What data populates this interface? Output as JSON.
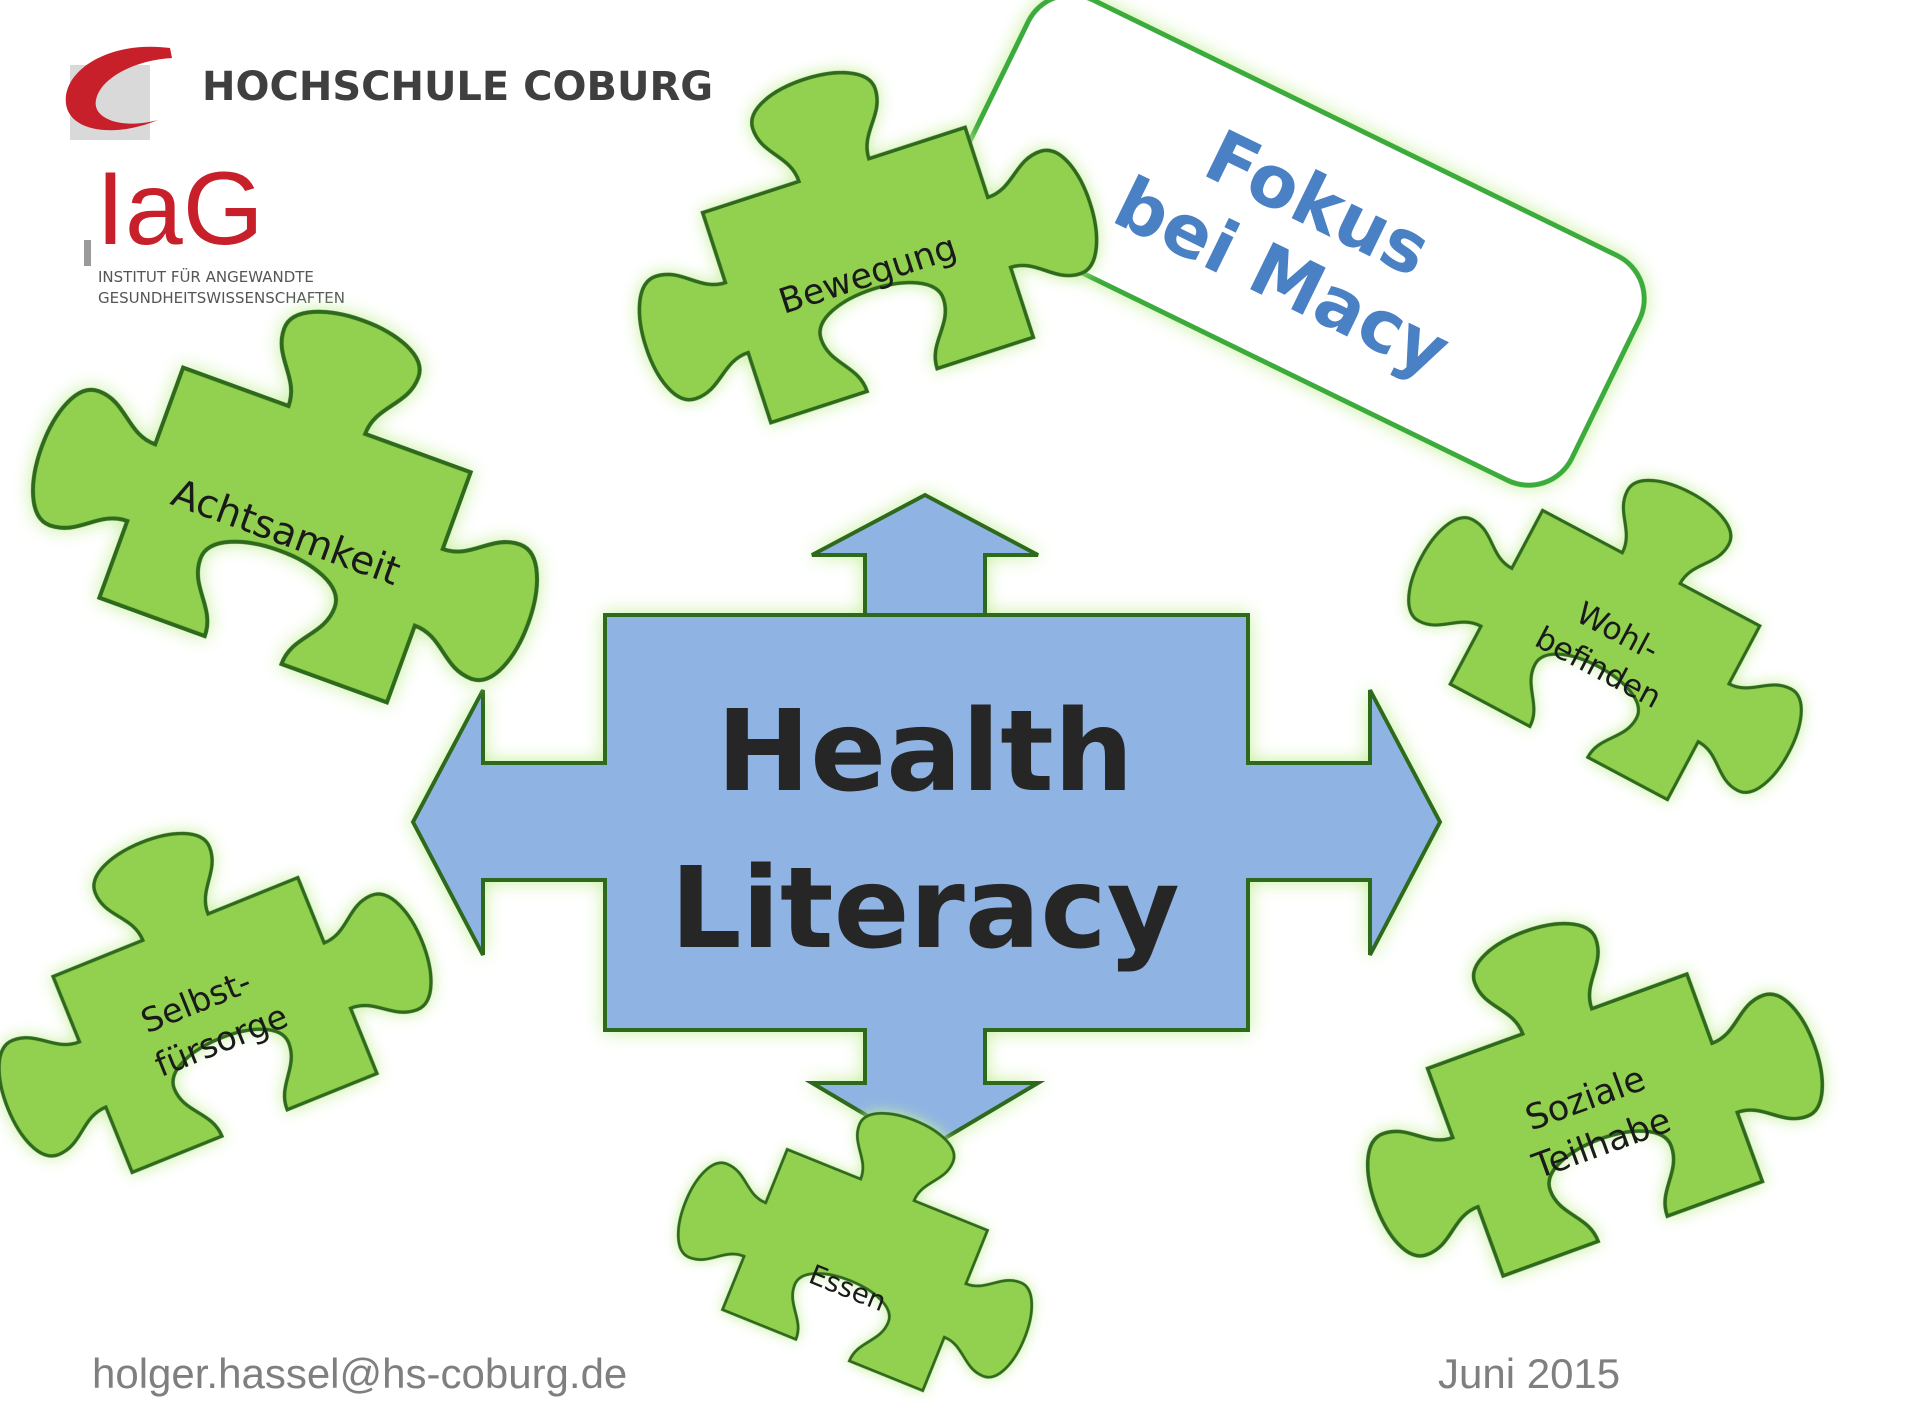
{
  "logo": {
    "university": "HOCHSCHULE COBURG",
    "institute_short": "IaG",
    "institute_line1": "INSTITUT FÜR ANGEWANDTE",
    "institute_line2": "GESUNDHEITSWISSENSCHAFTEN"
  },
  "center": {
    "line1": "Health",
    "line2": "Literacy",
    "fill": "#8fb4e3",
    "stroke": "#2f6a1f"
  },
  "focus": {
    "line1": "Fokus",
    "line2": "bei Macy",
    "border": "#3aab3a",
    "text_color": "#4a80c4"
  },
  "pieces": {
    "bewegung": "Bewegung",
    "achtsamkeit": "Achtsamkeit",
    "wohl1": "Wohl-",
    "wohl2": "befinden",
    "selbst1": "Selbst-",
    "selbst2": "fürsorge",
    "essen": "Essen",
    "soziale1": "Soziale",
    "soziale2": "Teilhabe",
    "fill": "#92d050",
    "stroke": "#2f6a1f"
  },
  "footer": {
    "email": "holger.hassel@hs-coburg.de",
    "date": "Juni 2015"
  }
}
